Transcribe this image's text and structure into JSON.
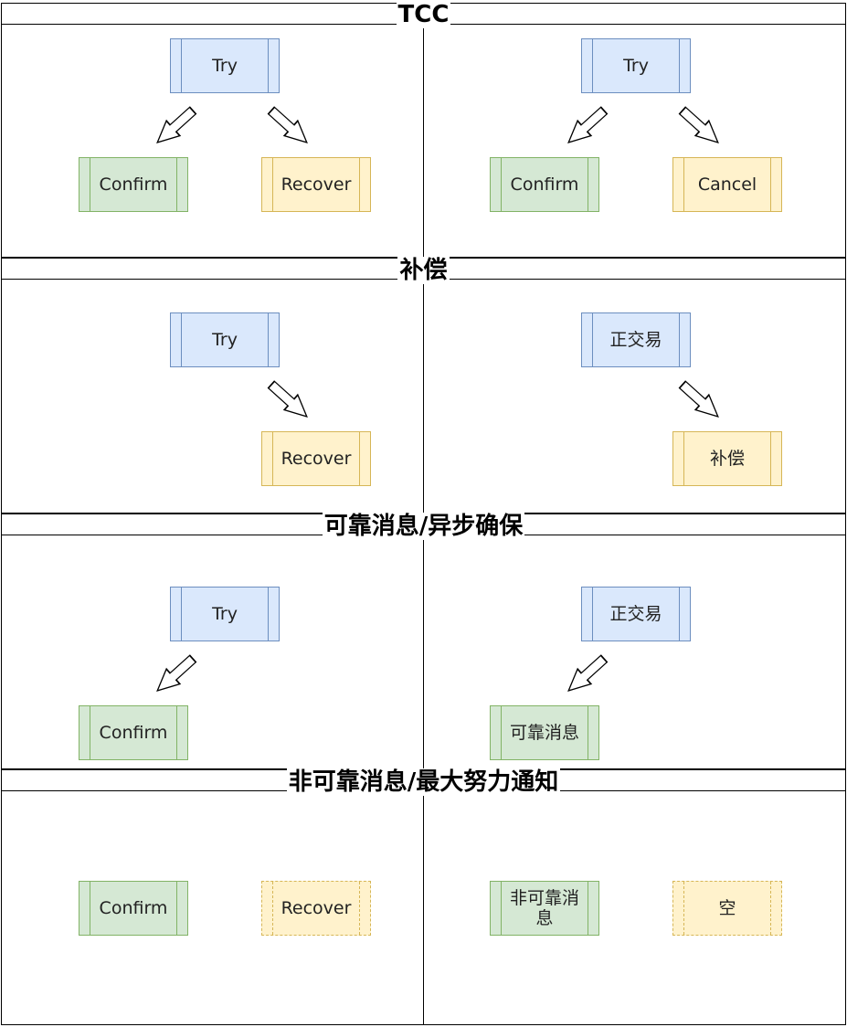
{
  "sections": [
    {
      "title": "TCC",
      "left": {
        "top": "Try",
        "left": "Confirm",
        "right": "Recover"
      },
      "right": {
        "top": "Try",
        "left": "Confirm",
        "right": "Cancel"
      }
    },
    {
      "title": "补偿",
      "left": {
        "top": "Try",
        "right": "Recover"
      },
      "right": {
        "top": "正交易",
        "right": "补偿"
      }
    },
    {
      "title": "可靠消息/异步确保",
      "left": {
        "top": "Try",
        "left": "Confirm"
      },
      "right": {
        "top": "正交易",
        "left": "可靠消息"
      }
    },
    {
      "title": "非可靠消息/最大努力通知",
      "left": {
        "left": "Confirm",
        "right": "Recover"
      },
      "right": {
        "left": "非可靠消息",
        "right": "空"
      }
    }
  ],
  "colors": {
    "try_fill": "#dae8fc",
    "try_stroke": "#6c8ebf",
    "confirm_fill": "#d5e8d4",
    "confirm_stroke": "#82b366",
    "recover_fill": "#fff2cc",
    "recover_stroke": "#d6b656"
  },
  "icons": {
    "flow_arrow": "hollow-block-arrow-icon"
  }
}
